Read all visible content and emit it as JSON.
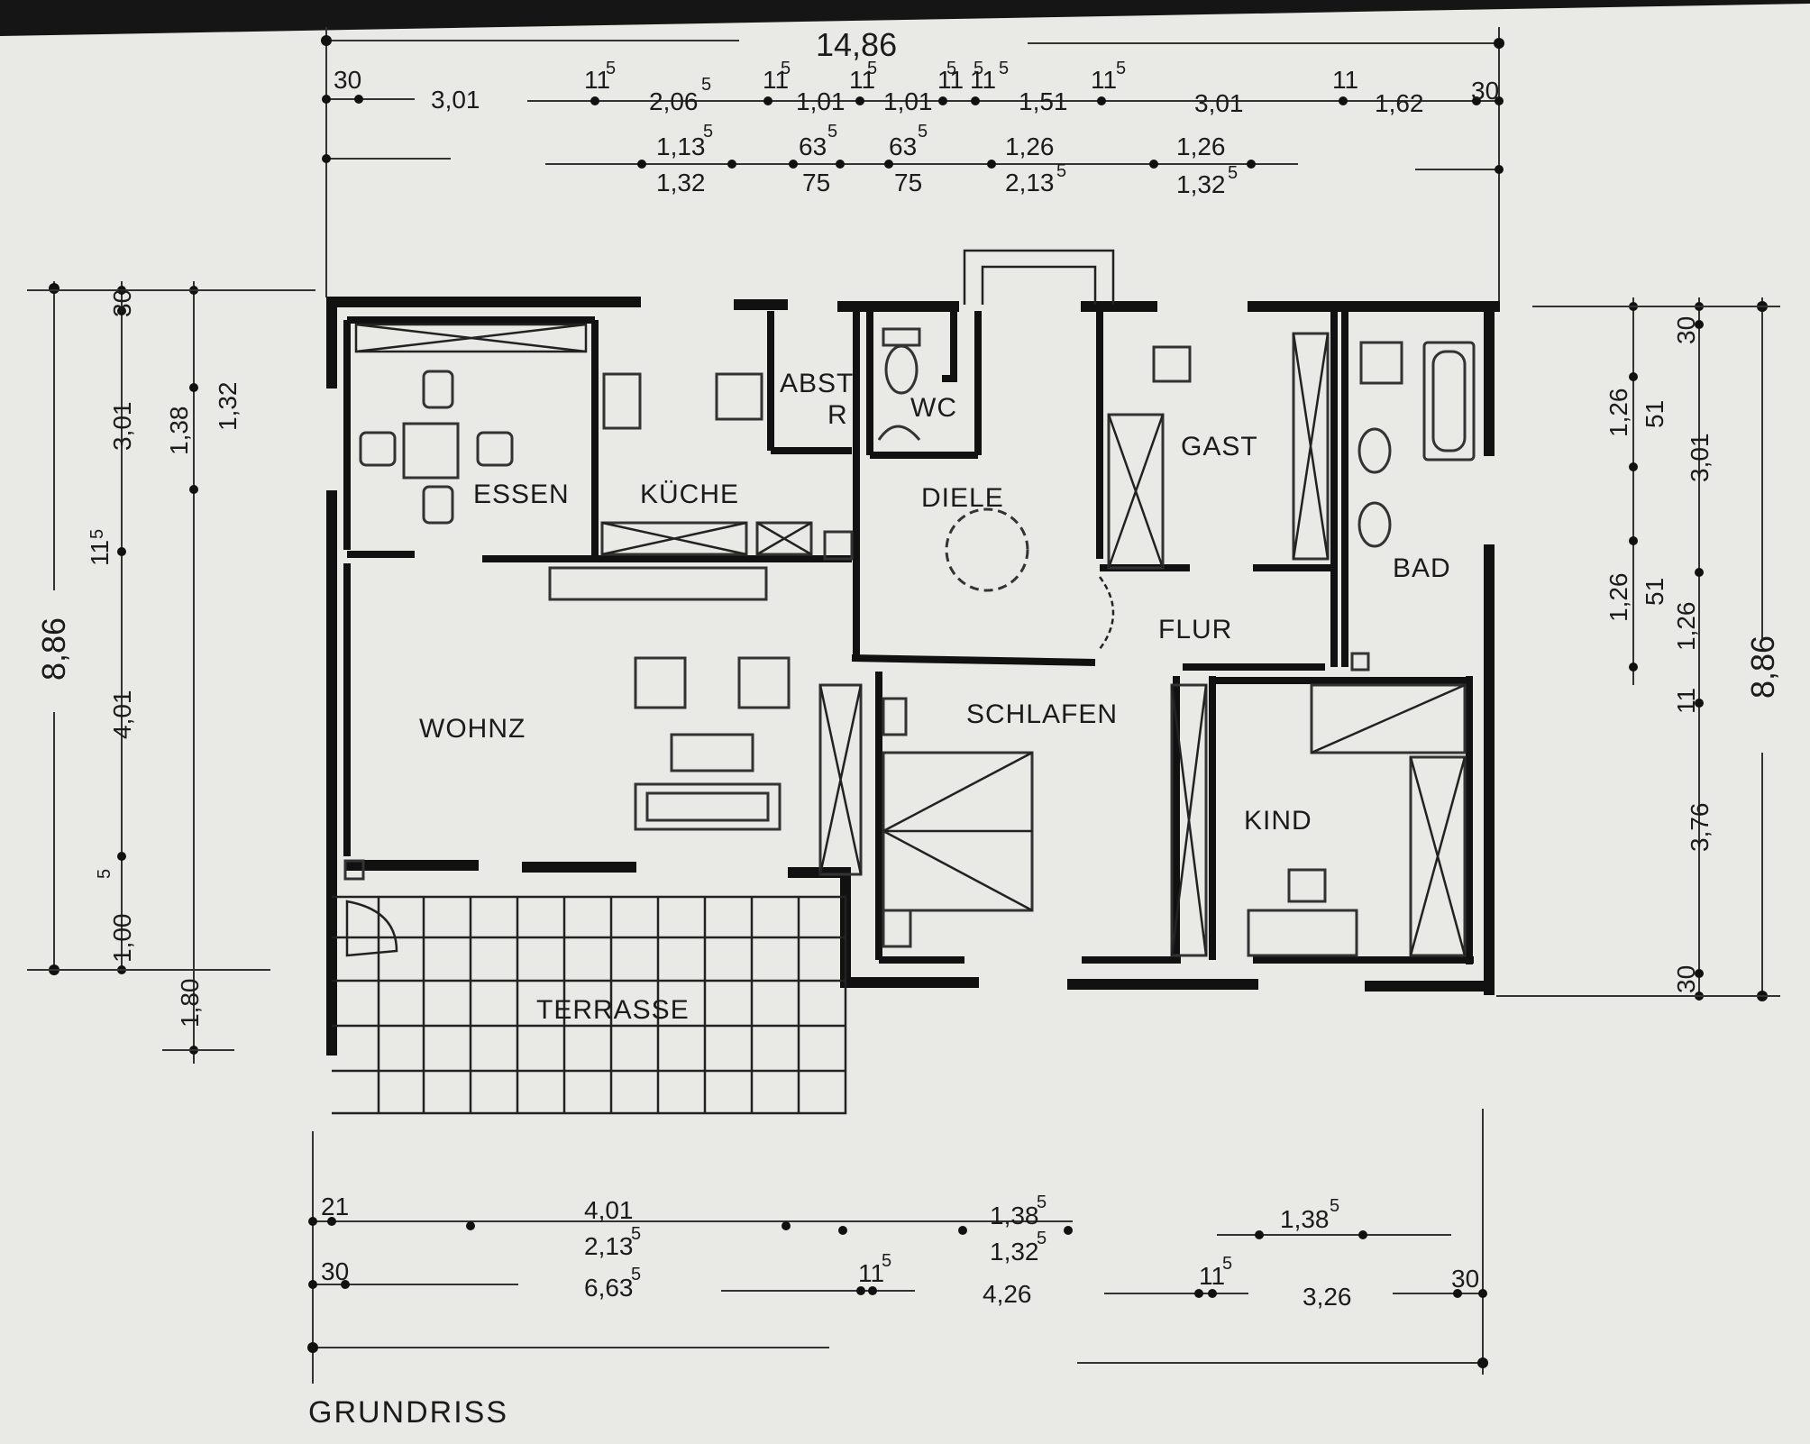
{
  "title": "GRUNDRISS",
  "rooms": {
    "essen": "ESSEN",
    "kueche": "KÜCHE",
    "abstr_line1": "ABST",
    "abstr_line2": "R",
    "wc": "WC",
    "diele": "DIELE",
    "gast": "GAST",
    "bad": "BAD",
    "flur": "FLUR",
    "wohnz": "WOHNZ",
    "schlafen": "SCHLAFEN",
    "kind": "KIND",
    "terrasse": "TERRASSE"
  },
  "dimensions": {
    "overall_top": "14,86",
    "overall_left": "8,86",
    "overall_right": "8,86",
    "top_row1": [
      "30",
      "3,01",
      "11",
      "2,06",
      "11",
      "1,01",
      "11",
      "1,01",
      "11",
      "11",
      "1,51",
      "11",
      "3,01",
      "11",
      "1,62",
      "30"
    ],
    "top_row1_sup": [
      "5",
      "5",
      "5",
      "5",
      "5",
      "5",
      "5",
      "5"
    ],
    "top_row2_upper": [
      "1,13",
      "63",
      "63",
      "1,26",
      "1,26"
    ],
    "top_row2_lower": [
      "1,32",
      "75",
      "75",
      "2,13",
      "1,32"
    ],
    "top_row2_sup": [
      "5",
      "5",
      "5",
      "5",
      "5"
    ],
    "left_outer": [
      "30",
      "3,01",
      "11",
      "4,01",
      "1,00"
    ],
    "left_outer_sup": [
      "5",
      "5"
    ],
    "left_inner": [
      "1,38",
      "1,32",
      "1,80"
    ],
    "right_inner": [
      "30",
      "1,26",
      "51",
      "1,26",
      "51",
      "1,26",
      "11",
      "3,76",
      "30"
    ],
    "right_outer": [
      "3,01"
    ],
    "bottom_row1": [
      "21",
      "4,01",
      "1,38",
      "1,38"
    ],
    "bottom_row2": [
      "2,13",
      "1,32"
    ],
    "bottom_row3": [
      "30",
      "6,63",
      "11",
      "4,26",
      "11",
      "3,26",
      "30"
    ],
    "bottom_sup": [
      "5",
      "5",
      "5",
      "5",
      "5",
      "5",
      "5"
    ]
  }
}
